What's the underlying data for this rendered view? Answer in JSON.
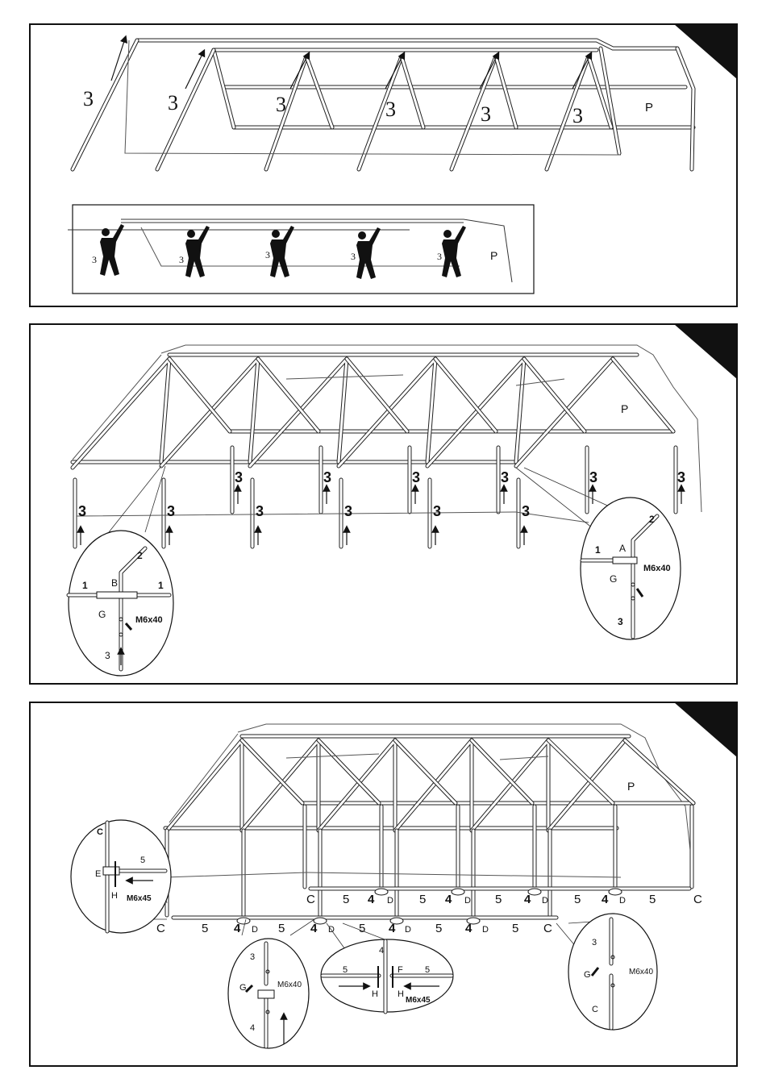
{
  "panels": [
    {
      "id": "panel-1",
      "labels": {
        "leg": "3",
        "cover": "P"
      },
      "inset": {
        "leg": "3",
        "cover": "P"
      }
    },
    {
      "id": "panel-2",
      "labels": {
        "leg": "3",
        "cover": "P"
      },
      "zoom_left": {
        "tube_1": "1",
        "tube_2": "2",
        "tube_3": "3",
        "connector": "B",
        "pin": "G",
        "bolt": "M6x40"
      },
      "zoom_right": {
        "tube_1": "1",
        "tube_2": "2",
        "tube_3": "3",
        "connector": "A",
        "pin": "G",
        "bolt": "M6x40"
      }
    },
    {
      "id": "panel-3",
      "labels": {
        "cover": "P",
        "corner": "C",
        "side_tube": "5",
        "foot": "4",
        "foot_plate": "D"
      },
      "zoom_left": {
        "c": "C",
        "tube_5": "5",
        "e": "E",
        "h": "H",
        "bolt": "M6x45"
      },
      "zoom_center_left": {
        "tube_3": "3",
        "tube_4": "4",
        "pin": "G",
        "bolt": "M6x40"
      },
      "zoom_center_right": {
        "tube_4": "4",
        "tube_5": "5",
        "f": "F",
        "h": "H",
        "bolt": "M6x45"
      },
      "zoom_right": {
        "tube_3": "3",
        "c": "C",
        "pin": "G",
        "bolt": "M6x40"
      }
    }
  ]
}
